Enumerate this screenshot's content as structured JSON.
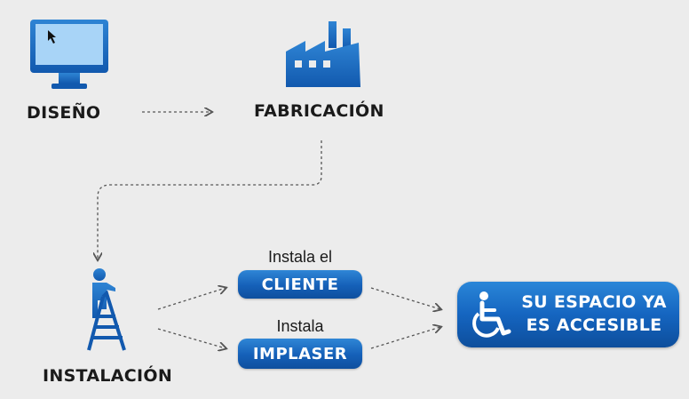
{
  "stages": {
    "design": {
      "label": "DISEÑO",
      "icon": "monitor-icon"
    },
    "fabrication": {
      "label": "FABRICACIÓN",
      "icon": "factory-icon"
    },
    "installation": {
      "label": "INSTALACIÓN",
      "icon": "ladder-worker-icon"
    }
  },
  "options": {
    "client": {
      "caption": "Instala el",
      "button": "CLIENTE"
    },
    "implaser": {
      "caption": "Instala",
      "button": "IMPLASER"
    }
  },
  "result": {
    "line1": "SU ESPACIO YA",
    "line2": "ES ACCESIBLE",
    "icon": "wheelchair-icon"
  },
  "colors": {
    "background": "#ececec",
    "primary_blue": "#1565c0",
    "light_blue": "#a8d4f7",
    "arrow": "#555555"
  }
}
